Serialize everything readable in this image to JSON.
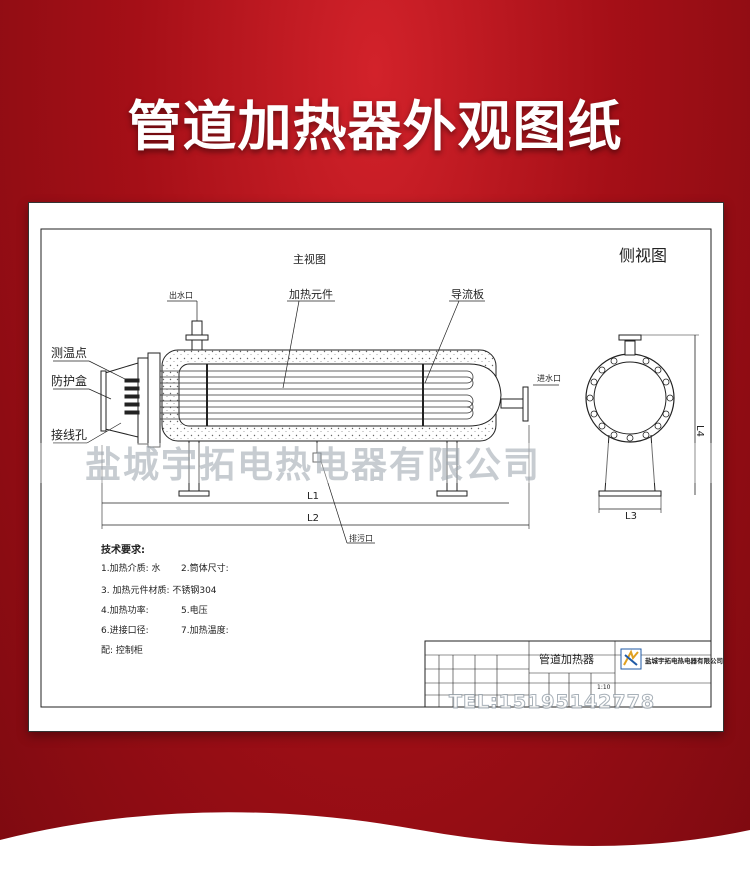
{
  "page_title": "管道加热器外观图纸",
  "drawing": {
    "front_view_label": "主视图",
    "side_view_label": "侧视图",
    "outlet_label": "出水口",
    "heating_element_label": "加热元件",
    "baffle_label": "导流板",
    "temp_point_label": "测温点",
    "protect_box_label": "防护盒",
    "wiring_hole_label": "接线孔",
    "inlet_label": "进水口",
    "drain_label": "排污口",
    "dim_L1": "L1",
    "dim_L2": "L2",
    "dim_L3": "L3",
    "dim_L4": "L4",
    "tech_title": "技术要求:",
    "tech_items": [
      "1.加热介质: 水",
      "2.筒体尺寸:",
      "3. 加热元件材质: 不锈钢304",
      "4.加热功率:",
      "5.电压",
      "6.进接口径:",
      "7.加热温度:",
      "配: 控制柜"
    ],
    "title_block": {
      "product_name": "管道加热器",
      "company": "盐城宇拓电热电器有限公司",
      "scale": "1:10"
    }
  },
  "watermarks": {
    "company": "盐城宇拓电热电器有限公司",
    "tel": "TEL:15195142778"
  },
  "colors": {
    "background": "#a50f17",
    "title_text": "#ffffff",
    "insulation": "#e8e8e8"
  }
}
